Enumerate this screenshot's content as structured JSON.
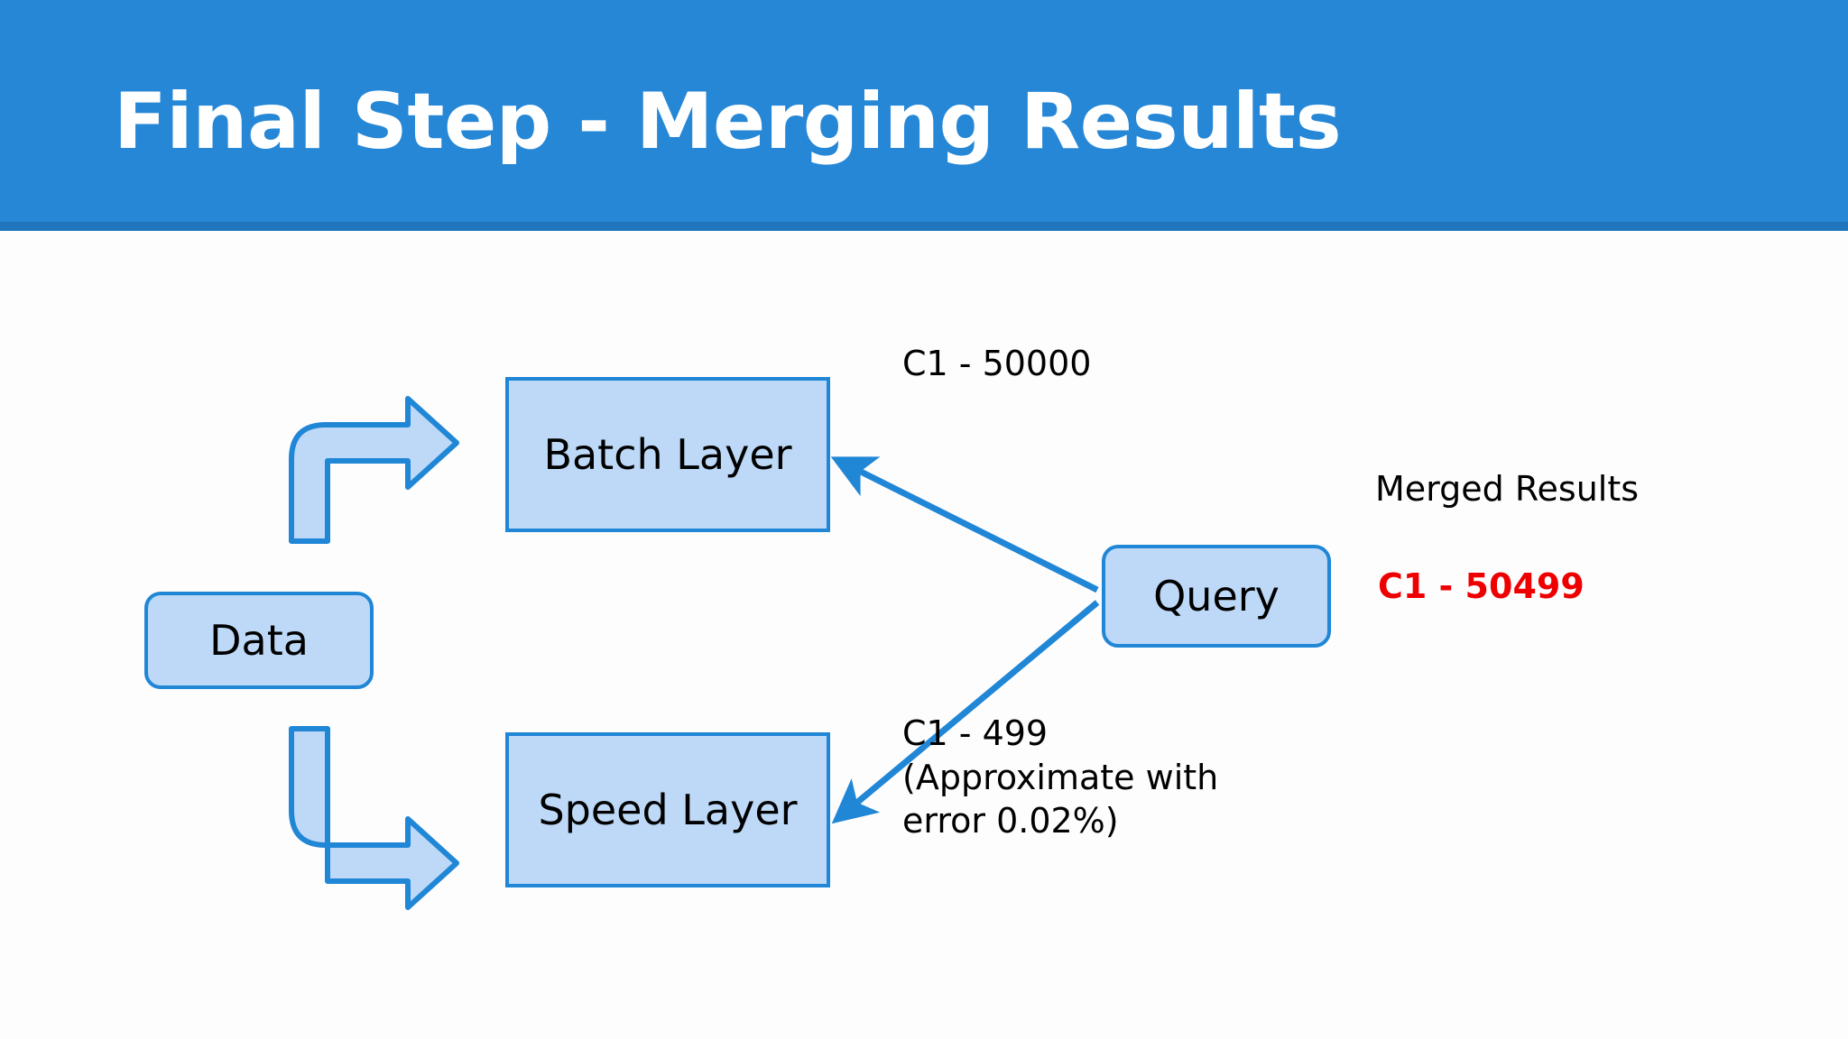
{
  "slide": {
    "title": "Final Step - Merging Results",
    "header_color": "#2587d6",
    "header_underline_color": "#1f76bd",
    "background_color": "#fdfdfe"
  },
  "diagram": {
    "node_fill": "#bdd9f7",
    "node_border": "#2086d6",
    "connector_color": "#2086d6",
    "nodes": [
      {
        "id": "data",
        "label": "Data",
        "shape": "rounded-rect"
      },
      {
        "id": "batch",
        "label": "Batch Layer",
        "shape": "rect"
      },
      {
        "id": "speed",
        "label": "Speed Layer",
        "shape": "rect"
      },
      {
        "id": "query",
        "label": "Query",
        "shape": "rounded-rect"
      }
    ],
    "flow_arrows": [
      {
        "id": "data-to-batch",
        "from": "data",
        "to": "batch",
        "style": "bent-block-arrow-up-right"
      },
      {
        "id": "data-to-speed",
        "from": "data",
        "to": "speed",
        "style": "bent-block-arrow-down-right"
      }
    ],
    "connectors": [
      {
        "id": "query-to-batch",
        "from": "query",
        "to": "batch",
        "style": "line-arrow"
      },
      {
        "id": "query-to-speed",
        "from": "query",
        "to": "speed",
        "style": "line-arrow"
      }
    ],
    "annotations": {
      "batch_result": "C1 - 50000",
      "speed_result": "C1 - 499\n(Approximate with\nerror 0.02%)",
      "merged_title": "Merged Results",
      "merged_value": "C1 - 50499",
      "merged_value_color": "#ef0000"
    }
  }
}
